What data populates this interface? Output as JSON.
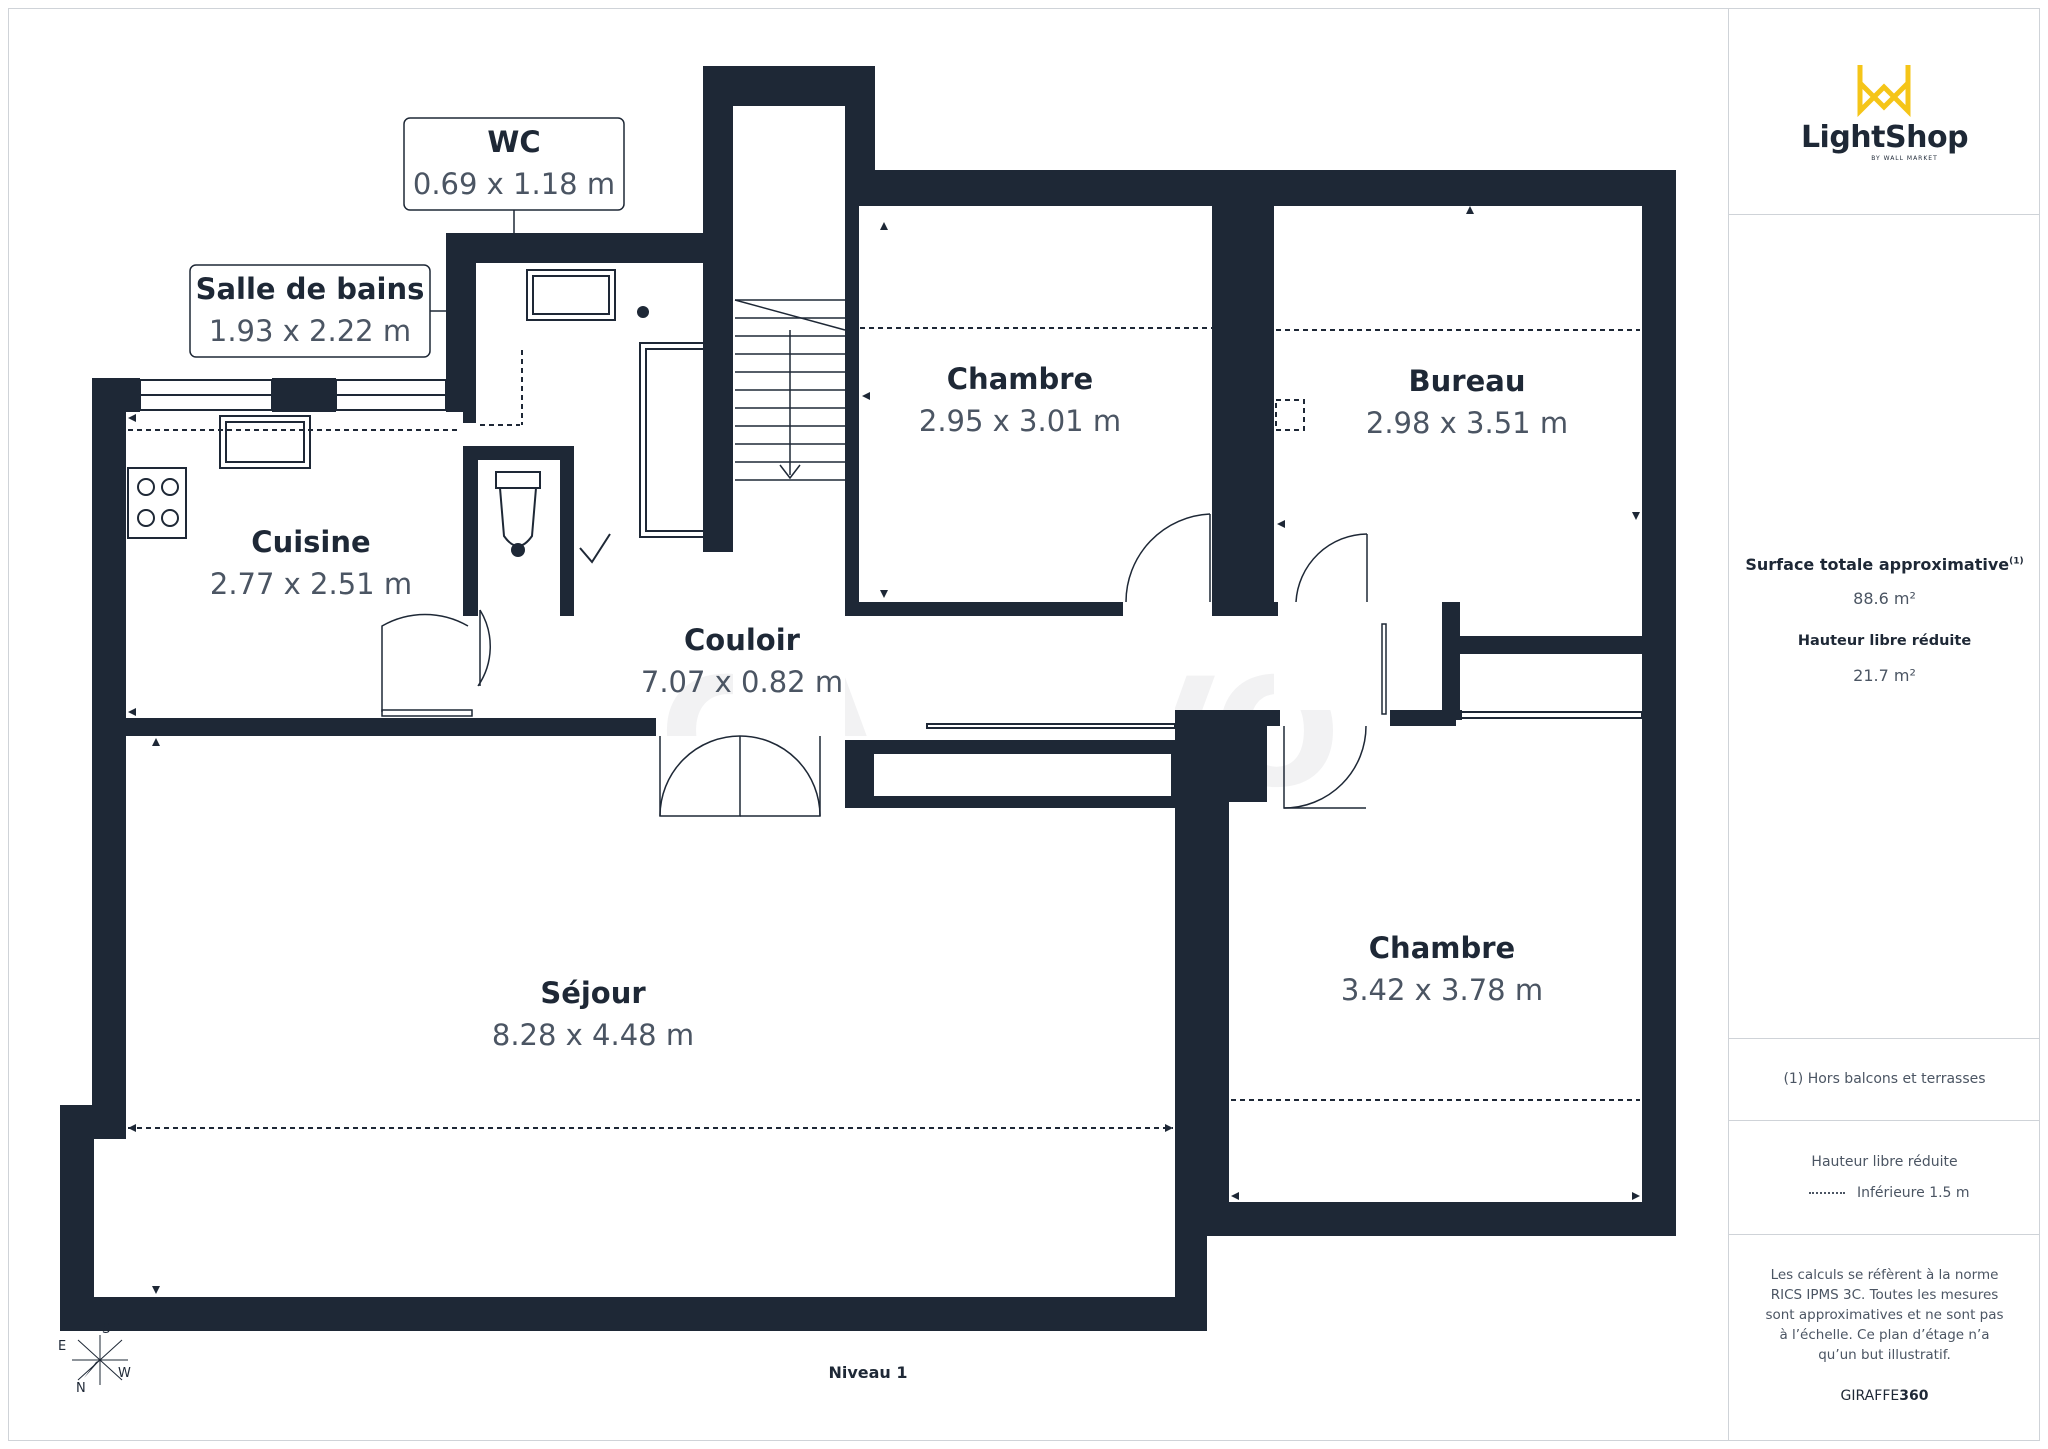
{
  "brand": {
    "name": "LightShop",
    "tagline": "BY WALL MARKET",
    "accent_color": "#f5c518",
    "logo_icon": "lightshop-logo-icon"
  },
  "summary": {
    "total_label": "Surface totale approximative",
    "total_note_marker": "(1)",
    "total_value": "88.6 m²",
    "reduced_label": "Hauteur libre réduite",
    "reduced_value": "21.7 m²"
  },
  "footnote": "(1) Hors balcons et terrasses",
  "legend": {
    "title": "Hauteur libre réduite",
    "item": "Inférieure 1.5 m"
  },
  "disclaimer": "Les calculs se réfèrent à la norme RICS IPMS 3C. Toutes les mesures sont approximatives et ne sont pas à l’échelle. Ce plan d’étage n’a qu’un but illustratif.",
  "giraffe": {
    "prefix": "GIRAFFE",
    "suffix": "360"
  },
  "level": "Niveau 1",
  "watermark": "CASAVO",
  "compass": {
    "n": "N",
    "s": "S",
    "e": "E",
    "w": "W"
  },
  "colors": {
    "wall": "#1e2836",
    "text_dim": "#4b5563",
    "border": "#cfd3d8"
  },
  "rooms": {
    "wc": {
      "name": "WC",
      "dims": "0.69 x 1.18 m"
    },
    "sdb": {
      "name": "Salle de bains",
      "dims": "1.93 x 2.22 m"
    },
    "cuisine": {
      "name": "Cuisine",
      "dims": "2.77 x 2.51 m"
    },
    "couloir": {
      "name": "Couloir",
      "dims": "7.07 x 0.82 m"
    },
    "chambre1": {
      "name": "Chambre",
      "dims": "2.95 x 3.01 m"
    },
    "bureau": {
      "name": "Bureau",
      "dims": "2.98 x 3.51 m"
    },
    "chambre2": {
      "name": "Chambre",
      "dims": "3.42 x 3.78 m"
    },
    "sejour": {
      "name": "Séjour",
      "dims": "8.28 x 4.48 m"
    }
  }
}
